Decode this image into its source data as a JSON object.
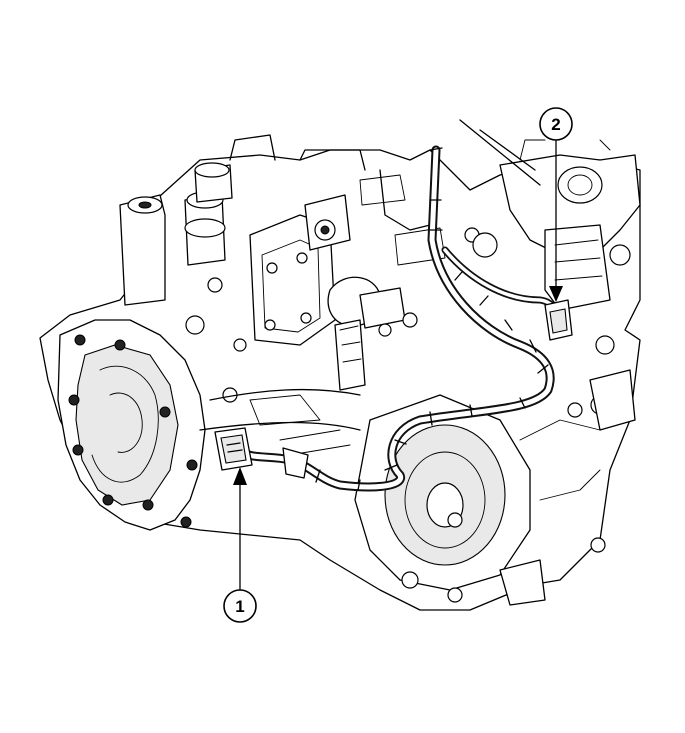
{
  "callouts": [
    {
      "id": "callout-1",
      "label": "1"
    },
    {
      "id": "callout-2",
      "label": "2"
    }
  ],
  "colors": {
    "line": "#000000",
    "background": "#ffffff",
    "harness": "#111111"
  }
}
